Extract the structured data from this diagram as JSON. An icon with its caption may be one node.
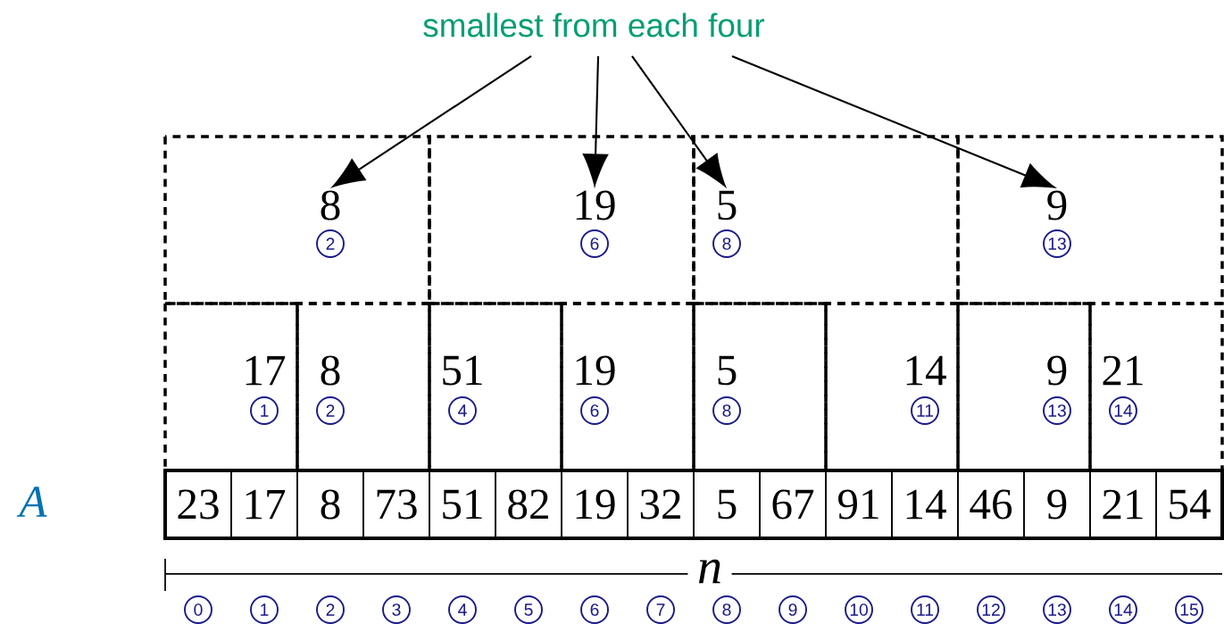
{
  "diagram": {
    "nodes": [
      {
        "text": [
          "smallest from each four"
        ]
      },
      {
        "text": [
          "8",
          "2"
        ]
      },
      {
        "text": [
          "19",
          "6"
        ]
      },
      {
        "text": [
          "5",
          "8"
        ]
      },
      {
        "text": [
          "9",
          "13"
        ]
      },
      {
        "text": [
          "17",
          "1"
        ]
      },
      {
        "text": [
          "8",
          "2"
        ]
      },
      {
        "text": [
          "51",
          "4"
        ]
      },
      {
        "text": [
          "19",
          "6"
        ]
      },
      {
        "text": [
          "5",
          "8"
        ]
      },
      {
        "text": [
          "14",
          "11"
        ]
      },
      {
        "text": [
          "9",
          "13"
        ]
      },
      {
        "text": [
          "21",
          "14"
        ]
      },
      {
        "text": [
          "23"
        ]
      },
      {
        "text": [
          "17"
        ]
      },
      {
        "text": [
          "8"
        ]
      },
      {
        "text": [
          "73"
        ]
      },
      {
        "text": [
          "51"
        ]
      },
      {
        "text": [
          "82"
        ]
      },
      {
        "text": [
          "19"
        ]
      },
      {
        "text": [
          "32"
        ]
      },
      {
        "text": [
          "5"
        ]
      },
      {
        "text": [
          "67"
        ]
      },
      {
        "text": [
          "91"
        ]
      },
      {
        "text": [
          "14"
        ]
      },
      {
        "text": [
          "46"
        ]
      },
      {
        "text": [
          "9"
        ]
      },
      {
        "text": [
          "21"
        ]
      },
      {
        "text": [
          "54"
        ]
      },
      {
        "text": [
          "0"
        ]
      },
      {
        "text": [
          "1"
        ]
      },
      {
        "text": [
          "2"
        ]
      },
      {
        "text": [
          "3"
        ]
      },
      {
        "text": [
          "4"
        ]
      },
      {
        "text": [
          "5"
        ]
      },
      {
        "text": [
          "6"
        ]
      },
      {
        "text": [
          "7"
        ]
      },
      {
        "text": [
          "8"
        ]
      },
      {
        "text": [
          "9"
        ]
      },
      {
        "text": [
          "10"
        ]
      },
      {
        "text": [
          "11"
        ]
      },
      {
        "text": [
          "12"
        ]
      },
      {
        "text": [
          "13"
        ]
      },
      {
        "text": [
          "14"
        ]
      },
      {
        "text": [
          "15"
        ]
      }
    ],
    "edges": [
      {
        "from": 0,
        "to": 1,
        "arrow": "to"
      },
      {
        "from": 0,
        "to": 2,
        "arrow": "to"
      },
      {
        "from": 0,
        "to": 3,
        "arrow": "to"
      },
      {
        "from": 0,
        "to": 4,
        "arrow": "to"
      }
    ],
    "labels": [
      "A",
      "n"
    ]
  }
}
